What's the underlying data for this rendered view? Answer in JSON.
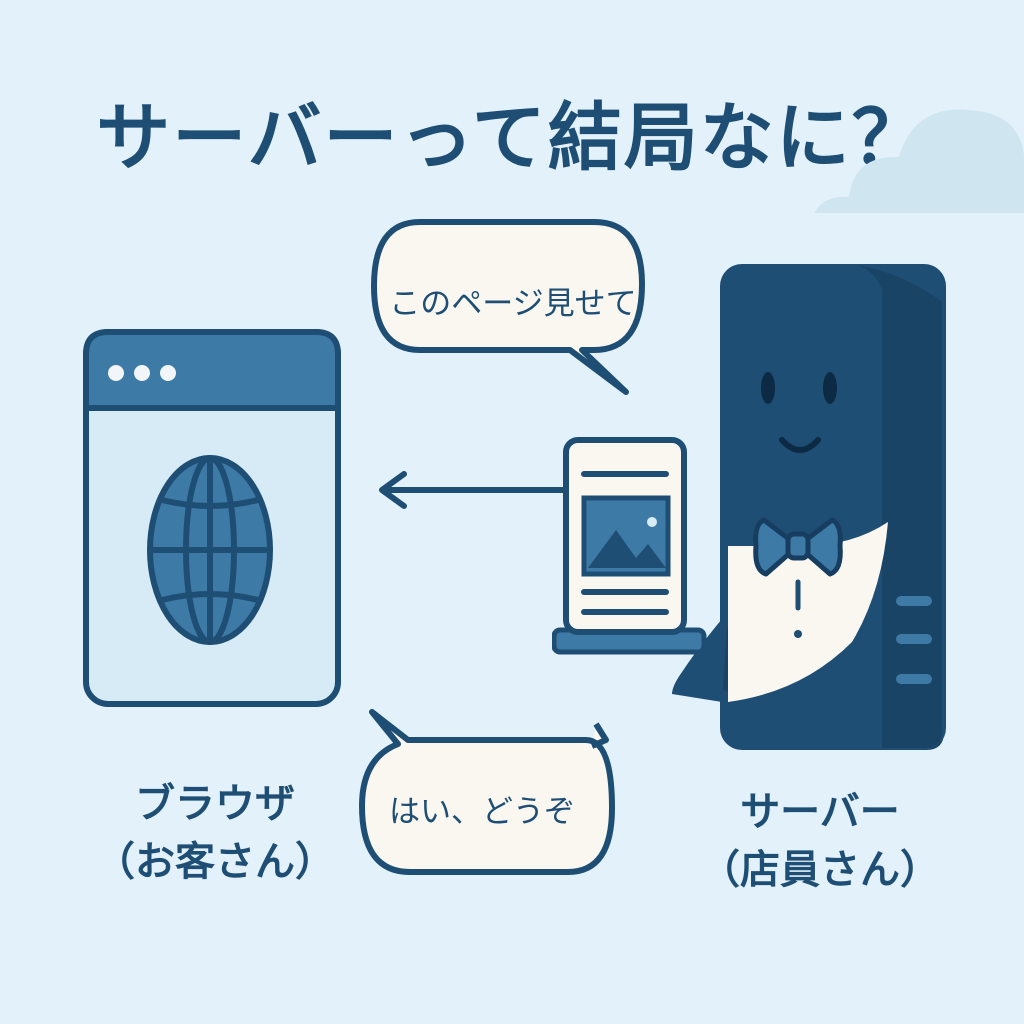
{
  "title": "サーバーって結局なに？",
  "bubbles": {
    "request": "このページ見せて",
    "response": "はい、どうぞ"
  },
  "labels": {
    "browser": {
      "name": "ブラウザ",
      "role": "（お客さん）"
    },
    "server": {
      "name": "サーバー",
      "role": "（店員さん）"
    }
  },
  "colors": {
    "background": "#e3f2fa",
    "navy": "#1f4e75",
    "mid_blue": "#3d7aa6",
    "light_panel": "#d8ecf6",
    "bubble_fill": "#f9f7f0"
  },
  "icons": [
    "globe-icon",
    "window-dots-icon",
    "image-icon",
    "bow-tie-icon",
    "arrow-left-icon",
    "cloud-icon"
  ]
}
